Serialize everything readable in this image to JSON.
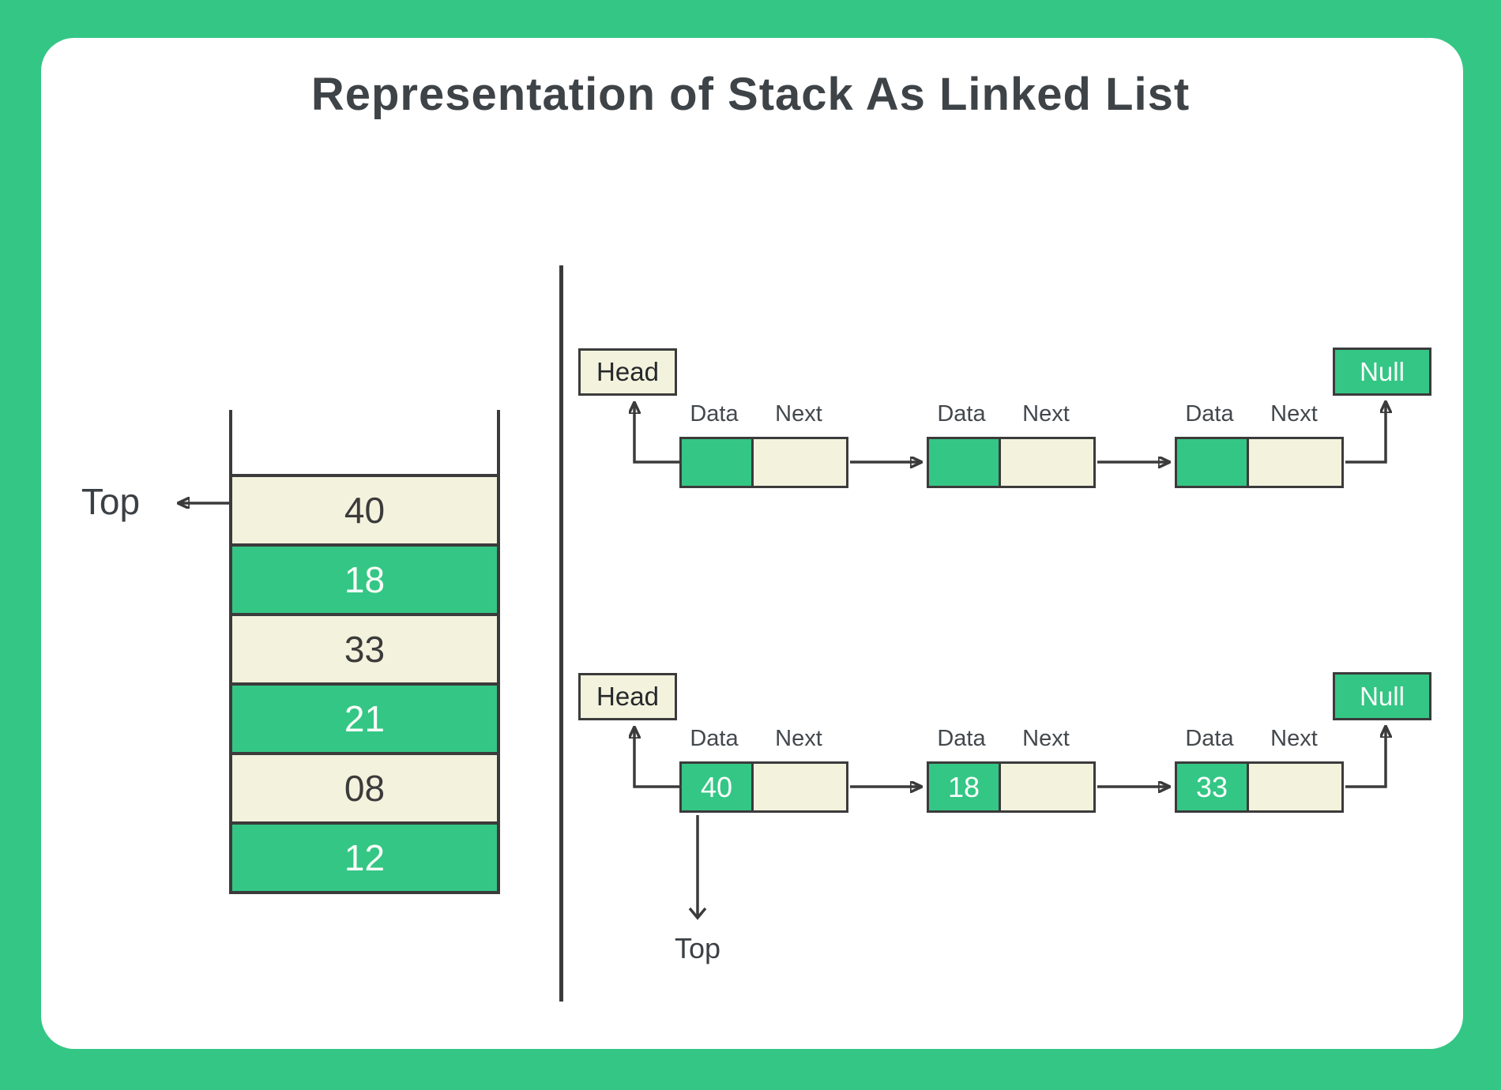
{
  "title": "Representation of Stack As Linked List",
  "colors": {
    "green": "#34c685",
    "cream": "#f3f2dd",
    "line": "#3b3b3b",
    "card": "#ffffff"
  },
  "stack": {
    "top_label": "Top",
    "cells": [
      "40",
      "18",
      "33",
      "21",
      "08",
      "12"
    ]
  },
  "node_labels": {
    "data": "Data",
    "next": "Next"
  },
  "lists": [
    {
      "head_label": "Head",
      "null_label": "Null",
      "nodes": [
        "",
        "",
        ""
      ]
    },
    {
      "head_label": "Head",
      "null_label": "Null",
      "top_label": "Top",
      "nodes": [
        "40",
        "18",
        "33"
      ]
    }
  ]
}
